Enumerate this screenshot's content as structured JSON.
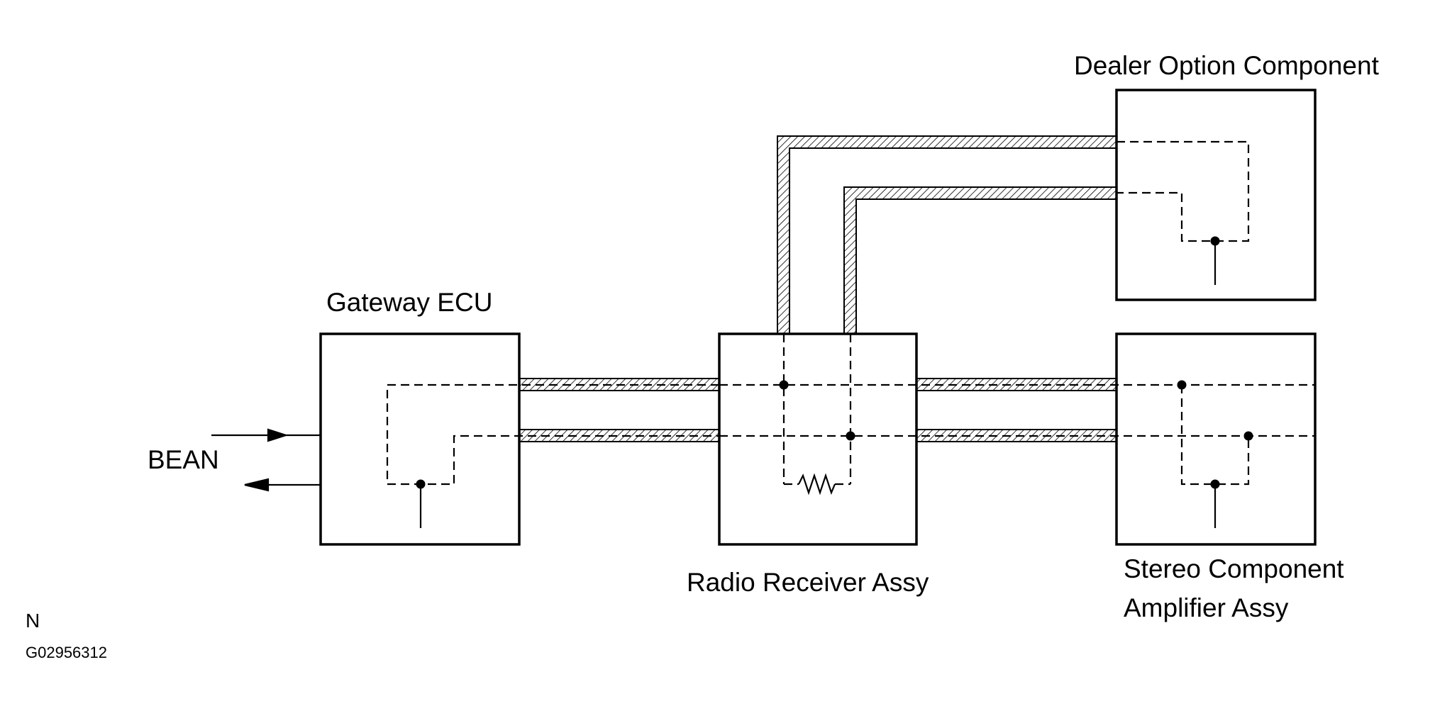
{
  "labels": {
    "dealer_option": "Dealer Option Component",
    "gateway_ecu": "Gateway ECU",
    "radio_receiver": "Radio Receiver Assy",
    "stereo_line1": "Stereo Component",
    "stereo_line2": "Amplifier Assy",
    "bean": "BEAN",
    "corner_n": "N",
    "figure_code": "G02956312"
  },
  "colors": {
    "line": "#000000",
    "background": "#ffffff"
  }
}
